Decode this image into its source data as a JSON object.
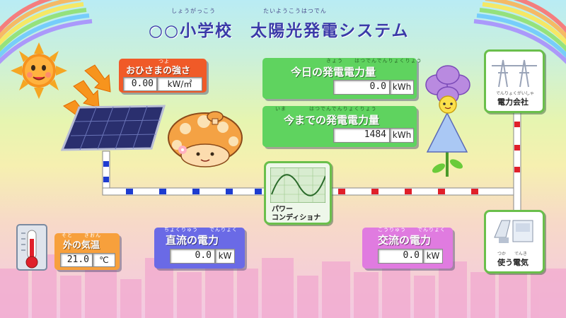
{
  "title": {
    "ruby_school": "しょうがっこう",
    "ruby_system": "たいようこうはつでん",
    "text": "○○小学校　太陽光発電システム"
  },
  "sunlight": {
    "label": "おひさまの強さ",
    "ruby": "つよ",
    "value": "0.00",
    "unit": "kW/㎡",
    "color": "#f05a28"
  },
  "today": {
    "label": "今日の発電電力量",
    "ruby": "きょう　　はつでんでんりょくりょう",
    "value": "0.0",
    "unit": "kWh",
    "color": "#5fd35f"
  },
  "total": {
    "label": "今までの発電電力量",
    "ruby": "いま　　　　はつでんでんりょくりょう",
    "value": "1484",
    "unit": "kWh",
    "color": "#5fd35f"
  },
  "conditioner": {
    "label_line1": "パワー",
    "label_line2": "コンディショナ"
  },
  "company": {
    "ruby": "でんりょくがいしゃ",
    "label": "電力会社"
  },
  "usage": {
    "ruby": "つか　　でんき",
    "label": "使う電気"
  },
  "temperature": {
    "label": "外の気温",
    "ruby": "そと　　きおん",
    "value": "21.0",
    "unit": "℃",
    "color": "#f7a03c"
  },
  "dc": {
    "label": "直流の電力",
    "ruby": "ちょくりゅう　　でんりょく",
    "value": "0.0",
    "unit": "kW",
    "color": "#6a6ae6"
  },
  "ac": {
    "label": "交流の電力",
    "ruby": "こうりゅう　　でんりょく",
    "value": "0.0",
    "unit": "kW",
    "color": "#e07be0"
  },
  "colors": {
    "dc_line_marker": "#1e3cd0",
    "ac_line_marker": "#e0202a",
    "frame_green": "#6abf4b"
  }
}
